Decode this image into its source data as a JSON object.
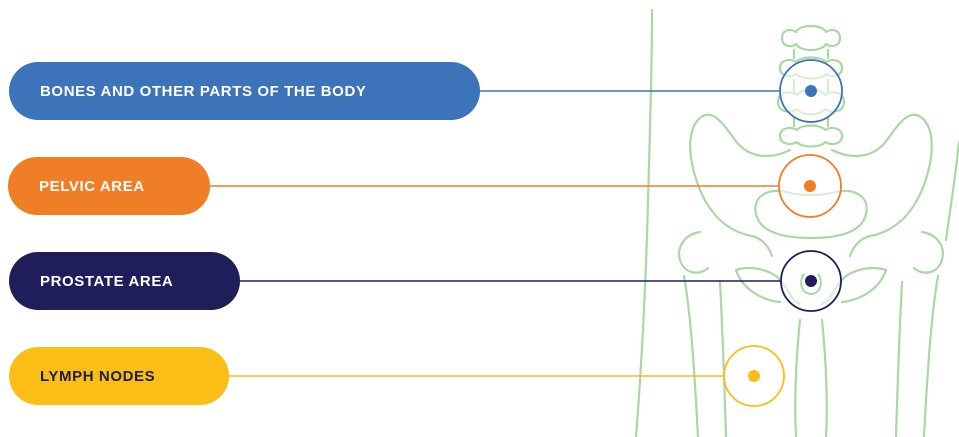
{
  "labels": [
    {
      "id": "bones",
      "text": "BONES AND OTHER PARTS OF THE BODY",
      "color": "#3d73b9",
      "text_color": "#ffffff"
    },
    {
      "id": "pelvic",
      "text": "PELVIC AREA",
      "color": "#f07e26",
      "text_color": "#ffffff"
    },
    {
      "id": "prostate",
      "text": "PROSTATE AREA",
      "color": "#1f1e5a",
      "text_color": "#ffffff"
    },
    {
      "id": "lymph",
      "text": "LYMPH NODES",
      "color": "#fbbe15",
      "text_color": "#1d1c4d"
    }
  ],
  "colors": {
    "skeleton": "#a8d9a2",
    "body_outline": "#a8d9a2"
  }
}
